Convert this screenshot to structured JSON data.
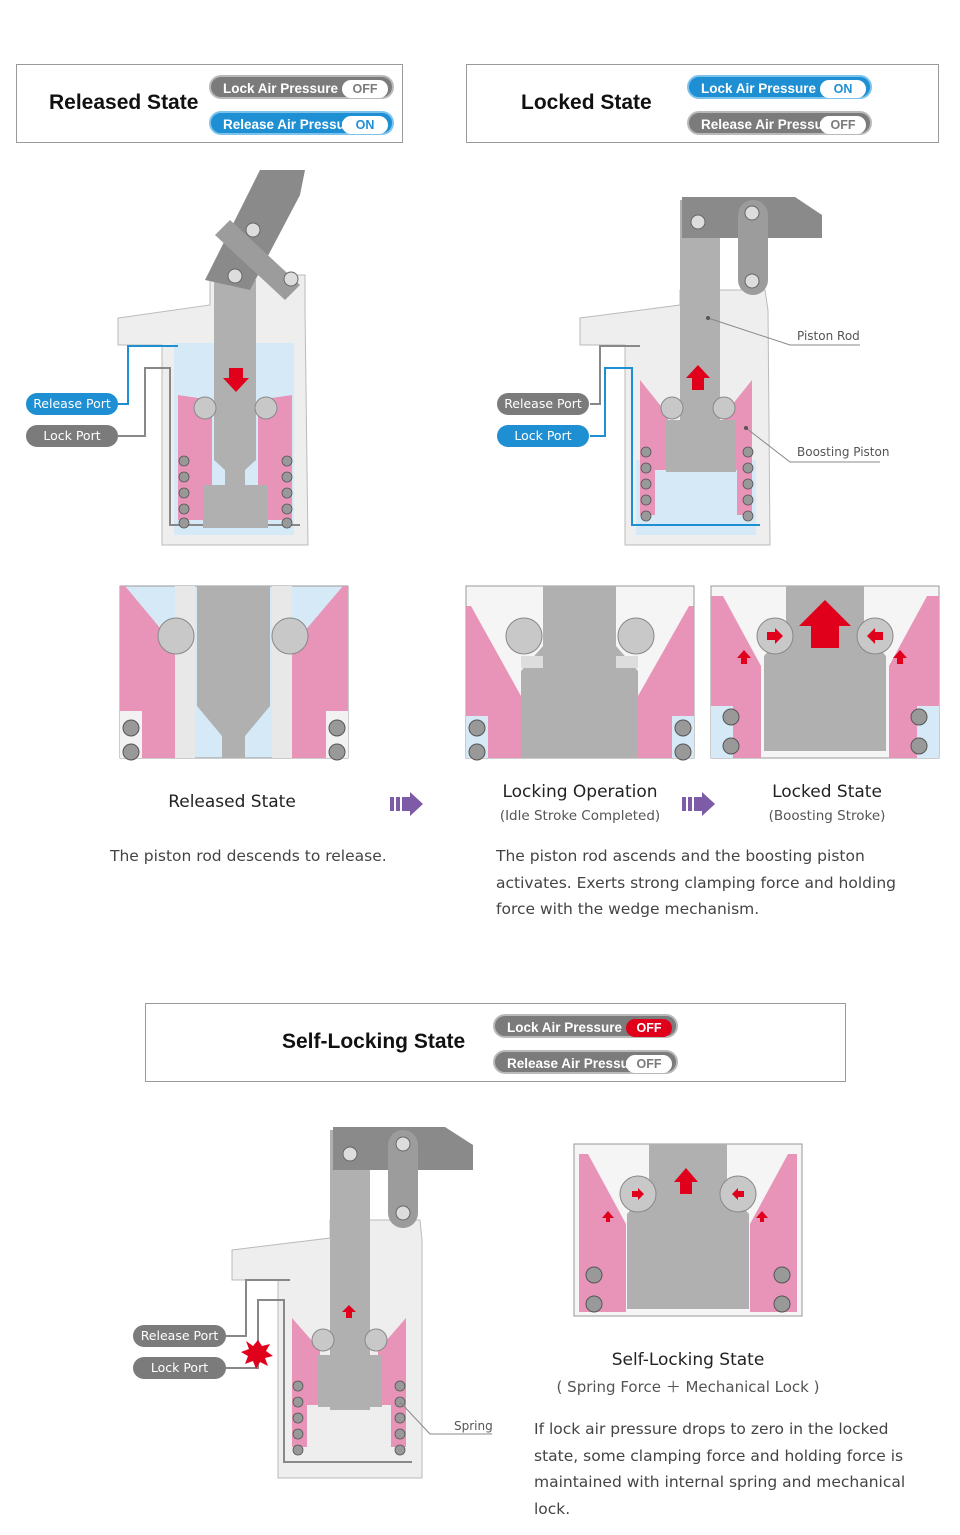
{
  "released_box": {
    "title": "Released State",
    "lock_label": "Lock Air Pressure",
    "lock_value": "OFF",
    "release_label": "Release Air Pressure",
    "release_value": "ON"
  },
  "locked_box": {
    "title": "Locked State",
    "lock_label": "Lock Air Pressure",
    "lock_value": "ON",
    "release_label": "Release Air Pressure",
    "release_value": "OFF"
  },
  "self_box": {
    "title": "Self-Locking State",
    "lock_label": "Lock Air Pressure",
    "lock_value": "OFF",
    "release_label": "Release Air Pressure",
    "release_value": "OFF"
  },
  "ports": {
    "release": "Release Port",
    "lock": "Lock Port"
  },
  "callouts": {
    "piston_rod": "Piston Rod",
    "boosting_piston": "Boosting Piston",
    "spring": "Spring"
  },
  "steps": {
    "released": {
      "title": "Released State"
    },
    "locking": {
      "title": "Locking Operation",
      "sub": "(Idle Stroke Completed)"
    },
    "locked": {
      "title": "Locked State",
      "sub": "(Boosting Stroke)"
    }
  },
  "descriptions": {
    "released": "The piston rod descends to release.",
    "locked": "The piston rod ascends and the boosting piston activates. Exerts strong clamping force and holding force with the wedge mechanism.",
    "self": "If lock air pressure drops to zero in the locked state, some clamping force and holding force is maintained with internal spring and mechanical lock."
  },
  "self_caption": {
    "title": "Self-Locking State",
    "sub": "( Spring Force ＋ Mechanical Lock )"
  },
  "colors": {
    "blue": "#1e8fd2",
    "gray": "#7b7b7b",
    "pink": "#e894b8",
    "light_blue": "#d6e9f6",
    "red": "#e0001b",
    "purple": "#7d5ba6"
  }
}
